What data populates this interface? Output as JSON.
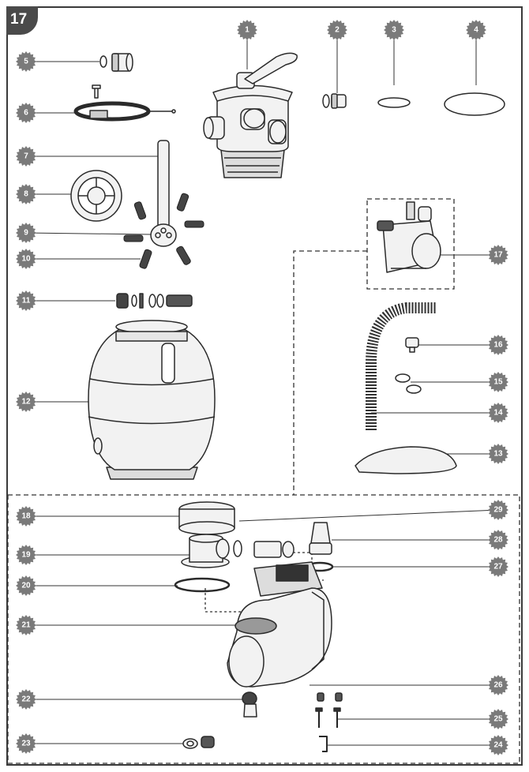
{
  "page_number": "17",
  "callouts": [
    "1",
    "2",
    "3",
    "4",
    "5",
    "6",
    "7",
    "8",
    "9",
    "10",
    "11",
    "12",
    "13",
    "14",
    "15",
    "16",
    "17",
    "18",
    "19",
    "20",
    "21",
    "22",
    "23",
    "24",
    "25",
    "26",
    "27",
    "28",
    "29"
  ],
  "colors": {
    "badge": "#7a7a7a",
    "line": "#333333",
    "part_fill": "#f0f0f0",
    "page_tab": "#4a4a4a"
  }
}
